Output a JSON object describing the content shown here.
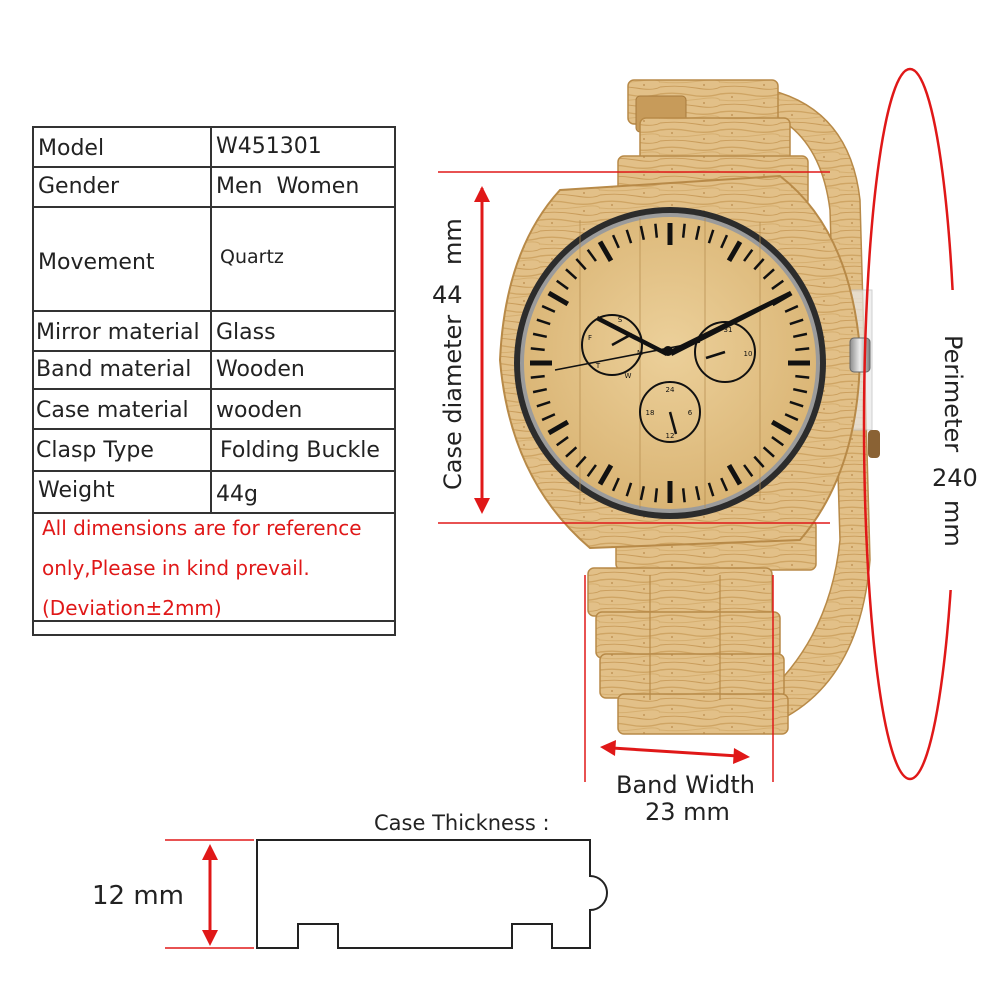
{
  "spec_table": {
    "rows": [
      {
        "label": "Model",
        "value": "W451301"
      },
      {
        "label": "Gender",
        "value": "Men  Women"
      },
      {
        "label": "Movement",
        "value": "Quartz"
      },
      {
        "label": "Mirror material",
        "value": "Glass"
      },
      {
        "label": "Band material",
        "value": "Wooden"
      },
      {
        "label": "Case material",
        "value": "wooden"
      },
      {
        "label": "Clasp Type",
        "value": "Folding Buckle"
      },
      {
        "label": "Weight",
        "value": "44g"
      }
    ],
    "note_lines": [
      "All dimensions are for reference",
      "only,Please in kind prevail.",
      "(Deviation±2mm)"
    ]
  },
  "dimensions": {
    "case_diameter": {
      "label": "Case diameter",
      "value": "44",
      "unit": "mm"
    },
    "perimeter": {
      "label": "Perimeter",
      "value": "240",
      "unit": "mm"
    },
    "band_width": {
      "label": "Band Width",
      "value": "23 mm"
    },
    "case_thickness": {
      "label": "Case Thickness :",
      "value": "12 mm"
    }
  },
  "dial": {
    "subdial_left": [
      "S",
      "F",
      "T",
      "W",
      "M"
    ],
    "subdial_right": [
      "31",
      "10"
    ],
    "subdial_bottom": [
      "24",
      "18",
      "6",
      "12"
    ]
  },
  "colors": {
    "accent_red": "#e01818",
    "wood_light": "#e6c48c",
    "wood_mid": "#d2a866",
    "wood_dark": "#b88a48"
  }
}
